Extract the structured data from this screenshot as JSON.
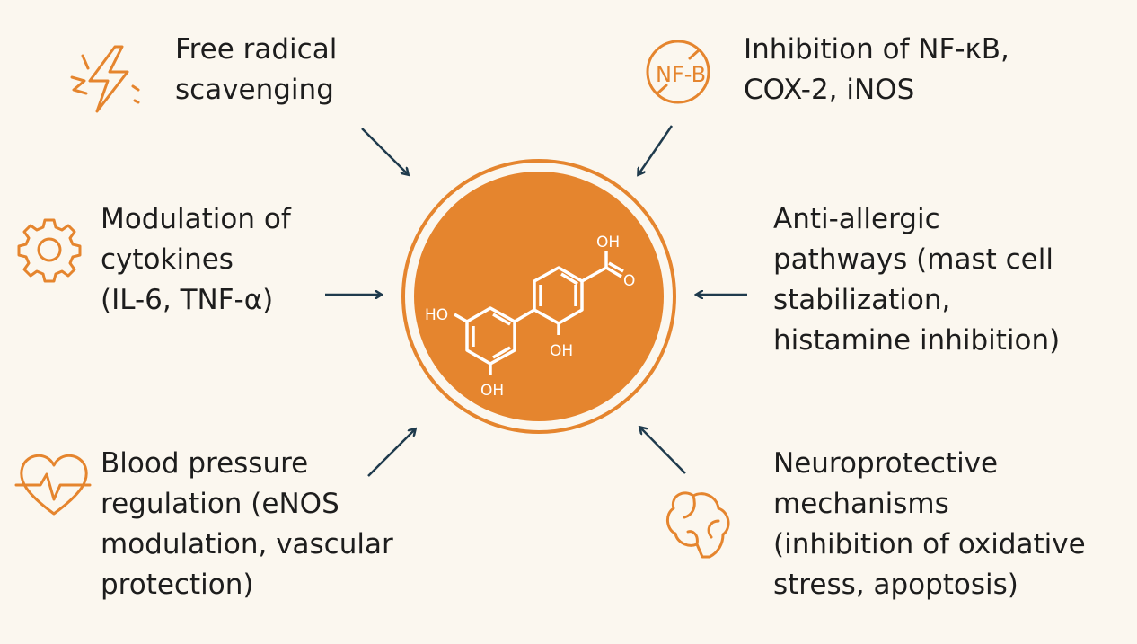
{
  "colors": {
    "accent": "#E5852E",
    "arrow": "#1F3B4D",
    "background": "#FBF7EF"
  },
  "center": {
    "labels": {
      "ho_left": "HO",
      "oh_bottom": "OH",
      "oh_middle": "OH",
      "oh_acid": "OH",
      "o_acid": "O"
    }
  },
  "nodes": [
    {
      "icon": "lightning-icon",
      "lines": [
        "Free radical",
        "scavenging"
      ]
    },
    {
      "icon": "nf-kb-prohibited-icon",
      "icon_text": "NF-B",
      "lines": [
        "Inhibition of NF-κB,",
        "COX-2, iNOS"
      ]
    },
    {
      "icon": "gear-icon",
      "lines": [
        "Modulation of",
        "cytokines",
        "(IL-6, TNF-α)"
      ]
    },
    {
      "icon": "",
      "lines": [
        "Anti-allergic",
        "pathways (mast cell",
        "stabilization,",
        "histamine inhibition)"
      ]
    },
    {
      "icon": "heart-pulse-icon",
      "lines": [
        "Blood pressure",
        "regulation (eNOS",
        "modulation, vascular",
        "protection)"
      ]
    },
    {
      "icon": "brain-icon",
      "lines": [
        "Neuroprotective",
        "mechanisms",
        "(inhibition of oxidative",
        "stress, apoptosis)"
      ]
    }
  ]
}
